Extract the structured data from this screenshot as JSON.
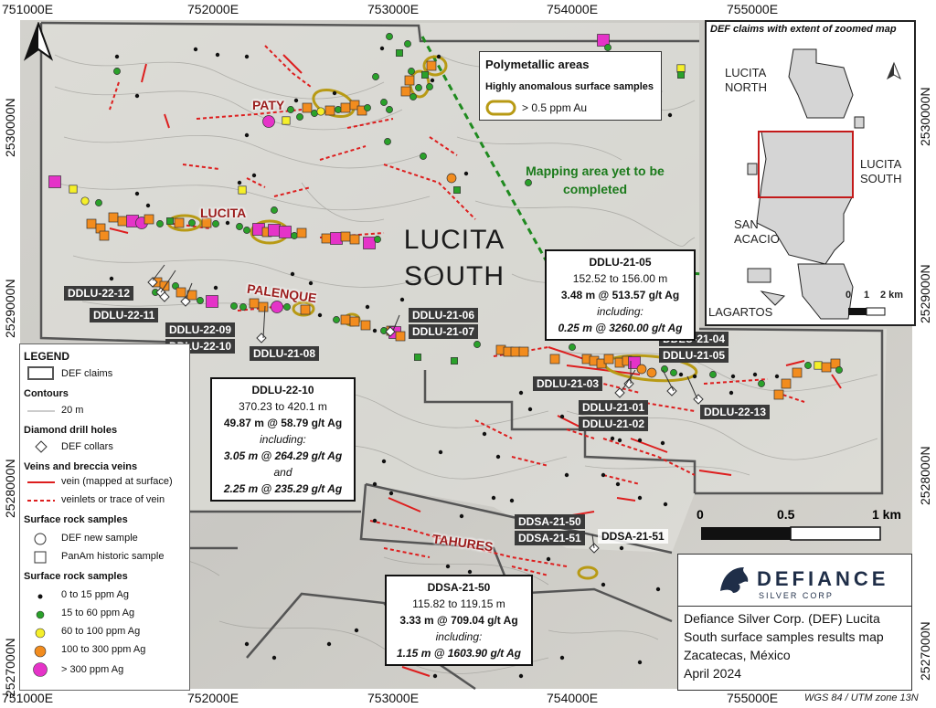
{
  "map": {
    "x_ticks_top": [
      "751000E",
      "752000E",
      "753000E",
      "754000E",
      "755000E"
    ],
    "x_ticks_bottom": [
      "751000E",
      "752000E",
      "753000E",
      "754000E",
      "755000E"
    ],
    "y_ticks_left": [
      "2530000N",
      "2529000N",
      "2528000N",
      "2527000N"
    ],
    "y_ticks_right": [
      "2530000N",
      "2529000N",
      "2528000N",
      "2527000N"
    ],
    "district_label_line1": "LUCITA",
    "district_label_line2": "SOUTH",
    "areas": [
      "PATY",
      "LUCITA",
      "PALENQUE",
      "TAHURES"
    ],
    "mapping_note_line1": "Mapping area yet to be",
    "mapping_note_line2": "completed",
    "projection": "WGS 84 / UTM zone 13N",
    "colors": {
      "sample_0_15": "#111111",
      "sample_15_60": "#2aa12a",
      "sample_60_100": "#f5ef2a",
      "sample_100_300": "#f28c1e",
      "sample_300_plus": "#e533c8",
      "vein": "#dd1e1e",
      "claims": "#555555",
      "anomaly": "#b89a14",
      "mapping_line": "#1f8a1f"
    }
  },
  "drill_holes": {
    "ddlu_22_12": "DDLU-22-12",
    "ddlu_22_11": "DDLU-22-11",
    "ddlu_22_09": "DDLU-22-09",
    "ddlu_22_10": "DDLU-22-10",
    "ddlu_21_08": "DDLU-21-08",
    "ddlu_21_06": "DDLU-21-06",
    "ddlu_21_07": "DDLU-21-07",
    "ddlu_21_04": "DDLU-21-04",
    "ddlu_21_05": "DDLU-21-05",
    "ddlu_21_03": "DDLU-21-03",
    "ddlu_21_01": "DDLU-21-01",
    "ddlu_21_02": "DDLU-21-02",
    "ddlu_22_13": "DDLU-22-13",
    "ddsa_21_50": "DDSA-21-50",
    "ddsa_21_51": "DDSA-21-51",
    "ddsa_21_51_b": "DDSA-21-51"
  },
  "callouts": {
    "ddlu_21_05": {
      "title": "DDLU-21-05",
      "interval": "152.52 to 156.00 m",
      "result": "3.48 m @ 513.57 g/t Ag",
      "including": "including:",
      "sub1": "0.25 m @ 3260.00 g/t Ag"
    },
    "ddlu_22_10": {
      "title": "DDLU-22-10",
      "interval": "370.23 to 420.1 m",
      "result": "49.87 m @ 58.79 g/t Ag",
      "including": "including:",
      "sub1": "3.05 m @ 264.29 g/t Ag",
      "and": "and",
      "sub2": "2.25 m @ 235.29 g/t Ag"
    },
    "ddsa_21_50": {
      "title": "DDSA-21-50",
      "interval": "115.82 to 119.15 m",
      "result": "3.33 m @ 709.04 g/t Ag",
      "including": "including:",
      "sub1": "1.15 m @ 1603.90 g/t Ag"
    }
  },
  "poly_legend": {
    "title": "Polymetallic areas",
    "subtitle": "Highly anomalous surface samples",
    "item": "> 0.5 ppm Au"
  },
  "legend": {
    "title": "LEGEND",
    "claims": "DEF claims",
    "contours_h": "Contours",
    "contours_item": "20 m",
    "holes_h": "Diamond drill holes",
    "holes_item": "DEF collars",
    "veins_h": "Veins and breccia veins",
    "vein_item": "vein (mapped at surface)",
    "veinlet_item": "veinlets or trace of vein",
    "samples_h1": "Surface rock samples",
    "def_new": "DEF new sample",
    "panam": "PanAm historic sample",
    "samples_h2": "Surface rock samples",
    "range1": "0 to 15 ppm Ag",
    "range2": "15 to 60 ppm Ag",
    "range3": "60 to 100 ppm Ag",
    "range4": "100 to 300 ppm Ag",
    "range5": "> 300 ppm Ag"
  },
  "inset": {
    "title": "DEF claims with extent of zoomed map",
    "lucita_north_1": "LUCITA",
    "lucita_north_2": "NORTH",
    "lucita_south_1": "LUCITA",
    "lucita_south_2": "SOUTH",
    "san_acacio_1": "SAN",
    "san_acacio_2": "ACACIO",
    "lagartos": "LAGARTOS",
    "scale_0": "0",
    "scale_1": "1",
    "scale_2": "2 km"
  },
  "scalebar": {
    "s0": "0",
    "s1": "0.5",
    "s2": "1 km"
  },
  "title_box": {
    "brand": "DEFIANCE",
    "brand_sub": "SILVER CORP",
    "line1": "Defiance Silver Corp. (DEF) Lucita",
    "line2": "South surface samples results map",
    "line3": "Zacatecas, México",
    "line4": "April 2024"
  }
}
